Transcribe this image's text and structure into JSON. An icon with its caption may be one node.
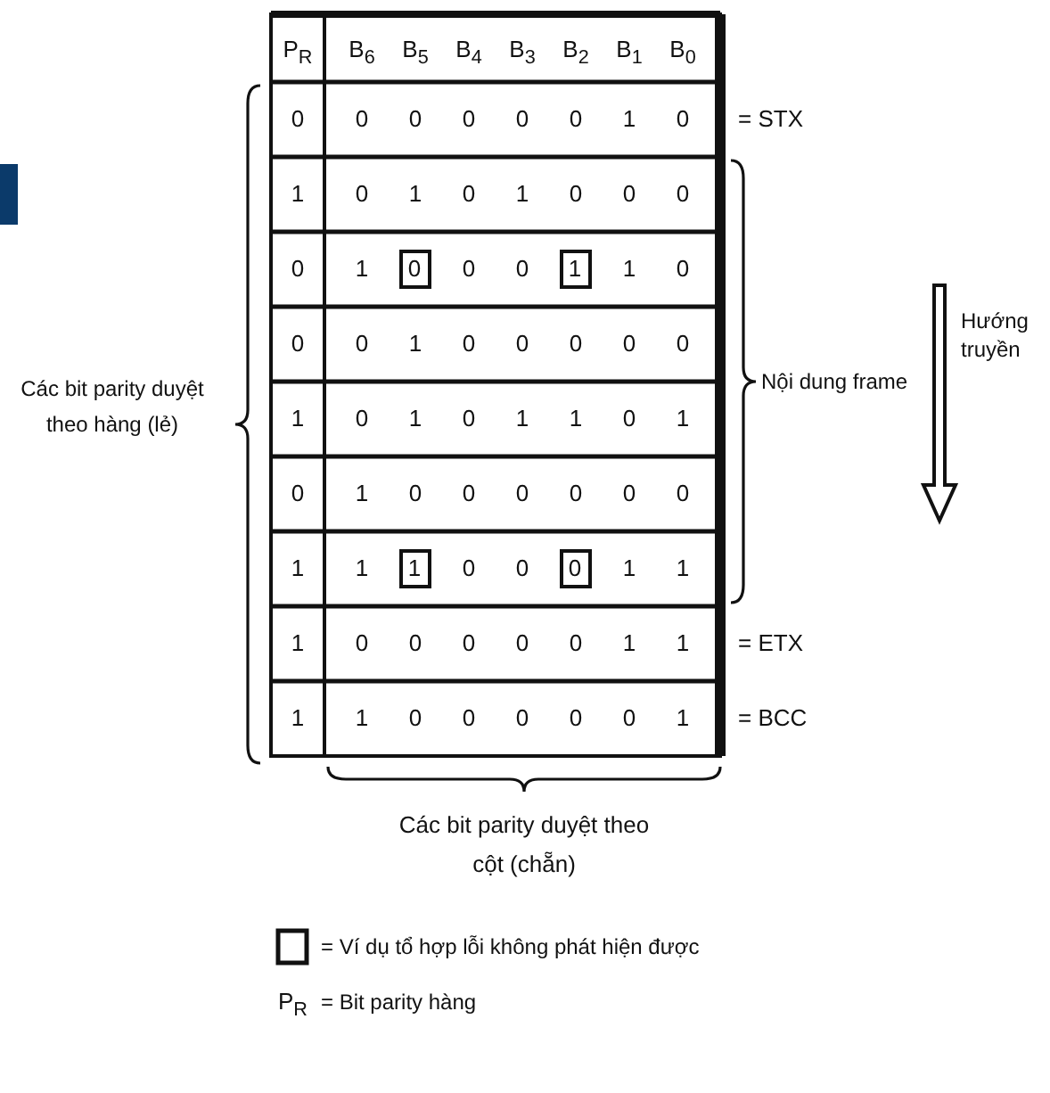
{
  "diagram": {
    "labels": [
      "P$_{R}$",
      "B$_{6}$",
      "B$_{5}$",
      "B$_{4}$",
      "B$_{3}$",
      "B$_{2}$",
      "B$_{1}$",
      "B$_{0}$",
      "0",
      "0",
      "0",
      "0",
      "0",
      "0",
      "1",
      "0",
      "1",
      "0",
      "1",
      "0",
      "1",
      "0",
      "0",
      "0",
      "0",
      "1",
      "0",
      "0",
      "0",
      "1",
      "1",
      "0",
      "0",
      "0",
      "1",
      "0",
      "0",
      "0",
      "0",
      "0",
      "1",
      "0",
      "1",
      "0",
      "1",
      "1",
      "0",
      "1",
      "0",
      "1",
      "0",
      "0",
      "0",
      "0",
      "0",
      "0",
      "1",
      "1",
      "1",
      "0",
      "0",
      "0",
      "1",
      "1",
      "1",
      "0",
      "0",
      "0",
      "0",
      "0",
      "1",
      "1",
      "1",
      "1",
      "0",
      "0",
      "0",
      "0",
      "0",
      "1",
      "= STX",
      "= ETX",
      "= BCC",
      "Nội dung frame",
      "Hướng truyền",
      "Các bit parity duyệt theo hàng (lẻ)",
      "Các bit parity duyệt theo cột (chẵn)",
      "P$_{R}$",
      "= Bit parity hàng"
    ],
    "legend": [
      {
        "text": "= Ví dụ tổ hợp lỗi không phát hiện được"
      }
    ]
  }
}
